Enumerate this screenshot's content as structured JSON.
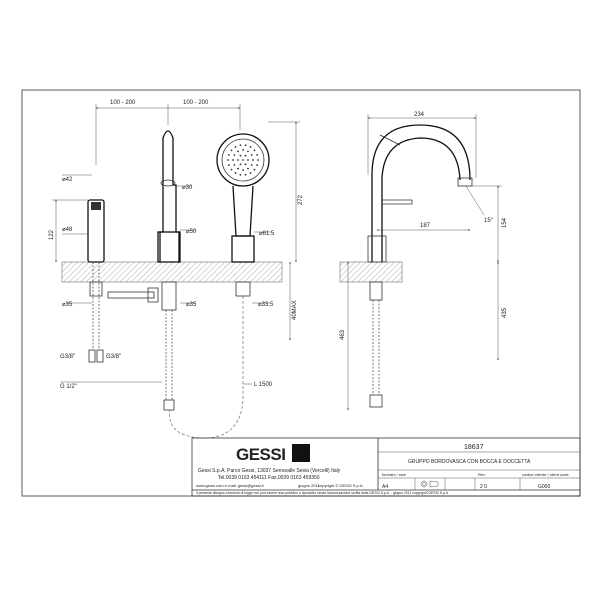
{
  "dimensions": {
    "spacing_left": "100 - 200",
    "spacing_right": "100 - 200",
    "d42": "42",
    "d48": "48",
    "h122": "122",
    "d30": "30",
    "d50": "50",
    "d61_5": "61.5",
    "h272": "272",
    "d35_left": "35",
    "d35_mid": "35",
    "d33_5": "33.5",
    "h40max": "40MAX",
    "g38_left": "G3/8\"",
    "g38_right": "G3/8\"",
    "g12": "G 1/2\"",
    "l1500": "L 1500",
    "w234": "234",
    "w187": "187",
    "angle15": "15°",
    "h154": "154",
    "h435": "435",
    "h463": "463"
  },
  "title_block": {
    "logo": "GESSI",
    "company_line": "Gessi S.p.A. Parco Gessi, 13037 Serravalle Sesia (Vercelli) Italy",
    "contact_line": "Tel.0039 0163 454111 Fax.0039 0163 459350",
    "web_line": "www.gessi.com  e-mail: gessi@gessi.it",
    "date": "giugno 2011",
    "copyright": "copyright © GESSI S.p.A.",
    "notice": "Il presente disegno a termine di legge non può essere reso pubblico o riprodotto senza l'autorizzazione scritta della GESSI S.p.A. - giugno 2011 copyright©GESSI S.p.A.",
    "code": "18637",
    "description": "GRUPPO BORDOVASCA CON BOCCA E DOCCETTA",
    "format_label": "formato / size",
    "format_value": "A4",
    "rev_label": "Rev",
    "rev_value": "2  0",
    "client_label": "codice cliente / client code",
    "client_value": "G000"
  }
}
